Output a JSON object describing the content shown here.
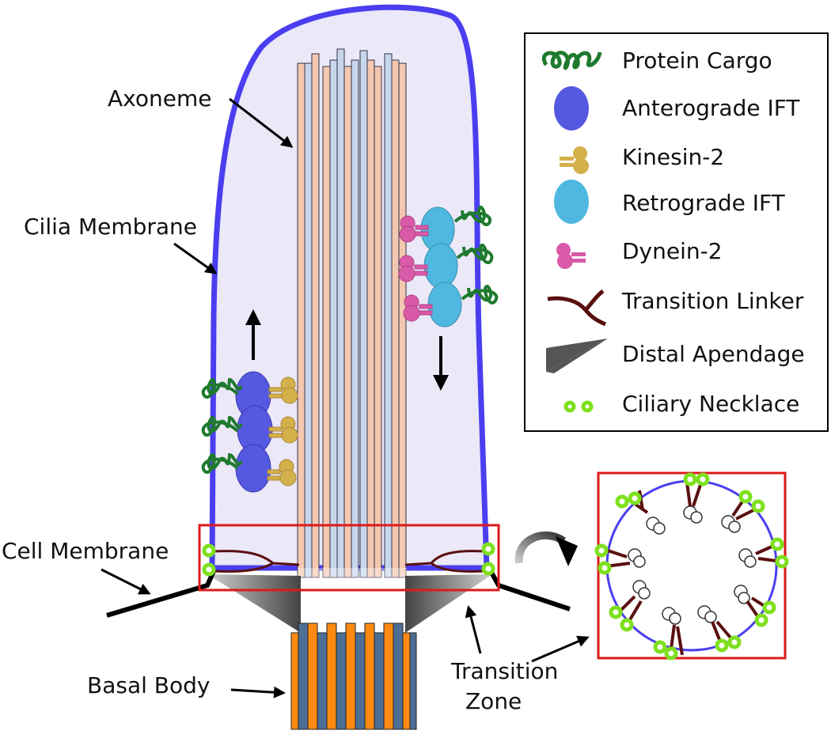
{
  "labels": {
    "axoneme": "Axoneme",
    "cilia_membrane": "Cilia Membrane",
    "cell_membrane": "Cell Membrane",
    "basal_body": "Basal Body",
    "transition_zone_line1": "Transition",
    "transition_zone_line2": "Zone"
  },
  "legend": {
    "items": [
      {
        "key": "cargo",
        "label": "Protein Cargo",
        "icon": "coil-icon",
        "color": "#1f7a2e"
      },
      {
        "key": "antero",
        "label": "Anterograde IFT",
        "icon": "ellipse-icon",
        "color": "#5558e0"
      },
      {
        "key": "kinesin",
        "label": "Kinesin-2",
        "icon": "motor-icon",
        "color": "#d4b04a"
      },
      {
        "key": "retro",
        "label": "Retrograde IFT",
        "icon": "ellipse-icon",
        "color": "#4fb8e0"
      },
      {
        "key": "dynein",
        "label": "Dynein-2",
        "icon": "motor-icon",
        "color": "#d85aa8"
      },
      {
        "key": "linker",
        "label": "Transition Linker",
        "icon": "y-linker-icon",
        "color": "#5a0f0f"
      },
      {
        "key": "apendage",
        "label": "Distal Apendage",
        "icon": "wedge-icon",
        "color": "#555555"
      },
      {
        "key": "necklace",
        "label": "Ciliary Necklace",
        "icon": "ring-pair-icon",
        "color": "#7ee01e"
      }
    ]
  },
  "colors": {
    "membrane": "#4a3ff0",
    "cilium_fill": "#ebe8f8",
    "highlight_box": "#dd1a1a",
    "bb_orange": "#ff8a12",
    "bb_slate": "#4d6f95"
  }
}
